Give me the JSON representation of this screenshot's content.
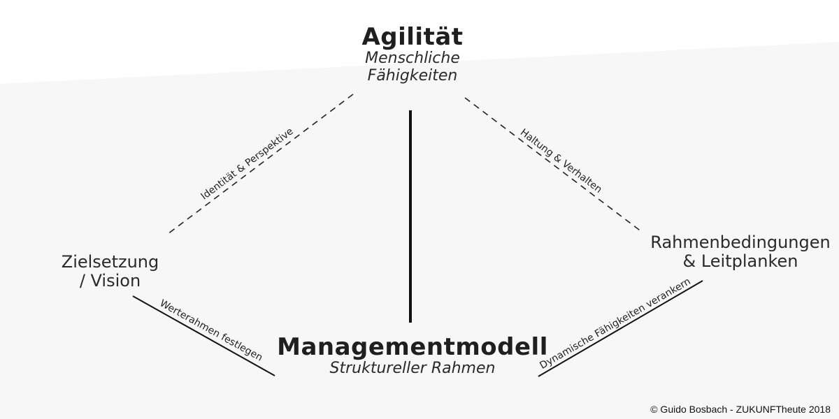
{
  "top": {
    "title": "Agilität",
    "subtitle_line1": "Menschliche",
    "subtitle_line2": "Fähigkeiten"
  },
  "bottom": {
    "title": "Managementmodell",
    "subtitle": "Struktureller Rahmen"
  },
  "left": {
    "line1": "Zielsetzung",
    "line2": "/ Vision"
  },
  "right": {
    "line1": "Rahmenbedingungen",
    "line2": "& Leitplanken"
  },
  "edges": {
    "top_left": "Identität & Perspektive",
    "top_right": "Haltung & Verhalten",
    "bottom_left": "Werterahmen festlegen",
    "bottom_right": "Dynamische Fähigkeiten verankern"
  },
  "footer": {
    "copyright": "© Guido Bosbach - ZUKUNFTheute 2018"
  }
}
